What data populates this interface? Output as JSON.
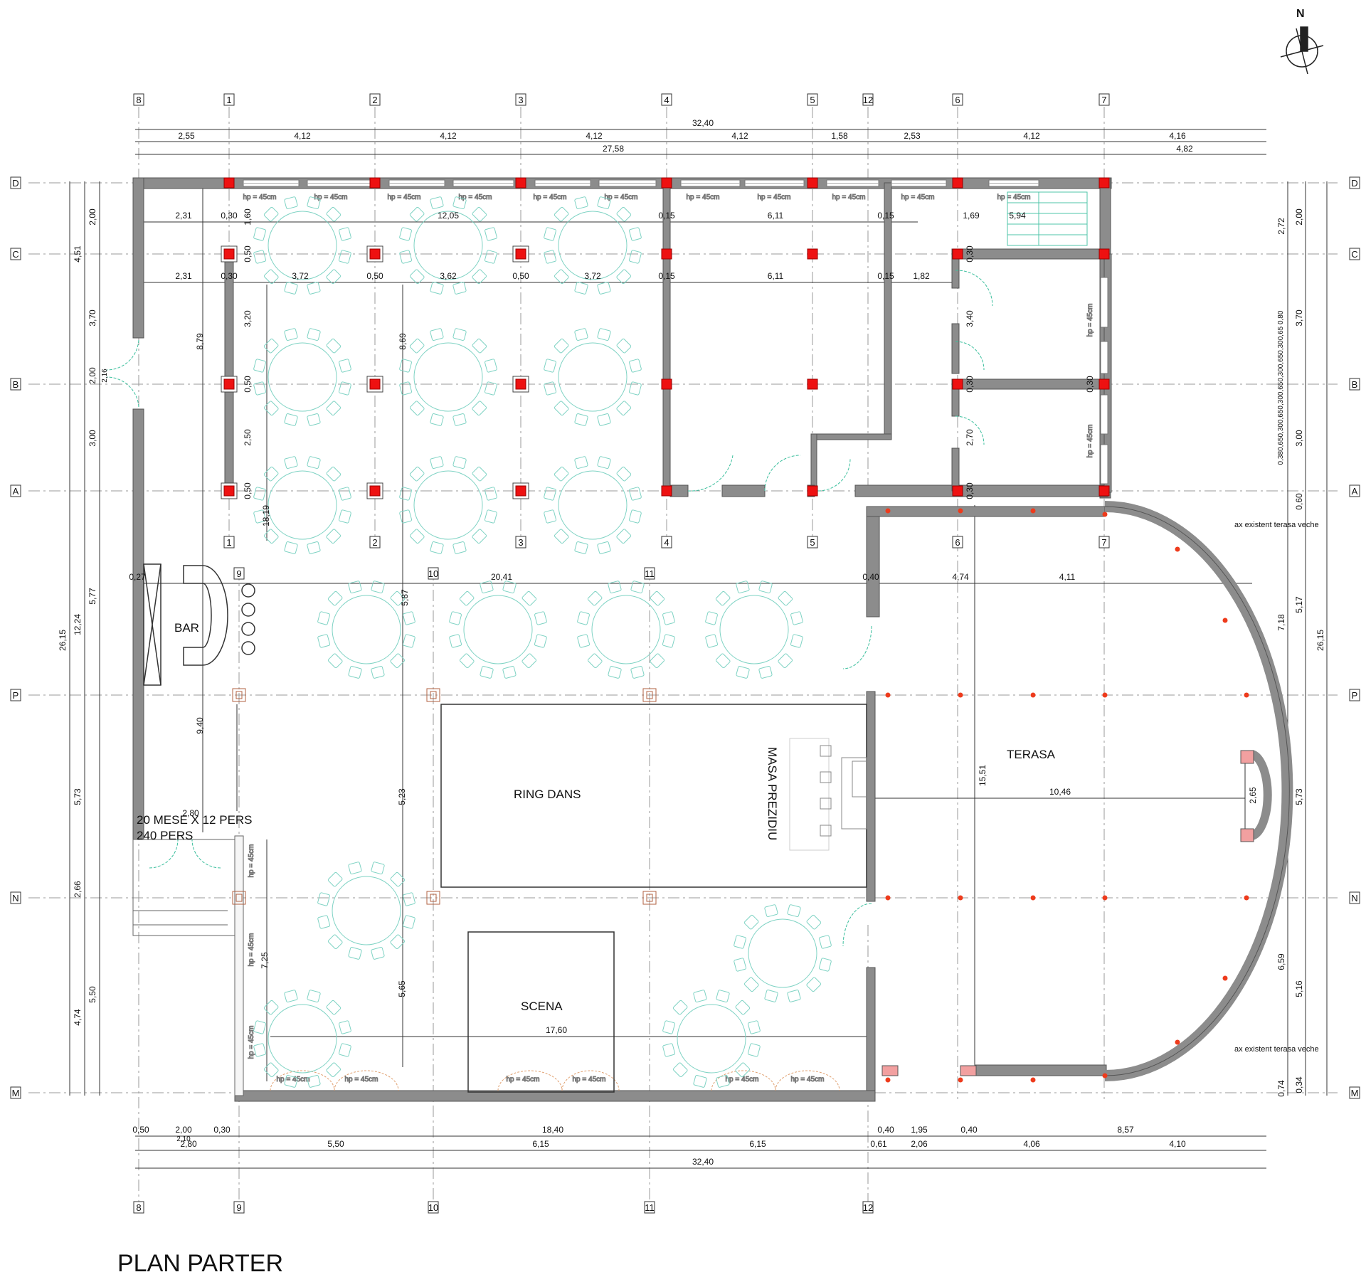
{
  "drawing": {
    "title": "PLAN PARTER",
    "north_label": "N",
    "capacity_line1": "20 MESE X 12 PERS",
    "capacity_line2": "240 PERS"
  },
  "rooms": {
    "bar": "BAR",
    "dance_ring": "RING DANS",
    "head_table": "MASA PREZIDIU",
    "stage": "SCENA",
    "terrace": "TERASA"
  },
  "annotations": {
    "terrace_axis_top": "ax existent terasa veche",
    "terrace_axis_bottom": "ax existent terasa veche",
    "sill_height": "hp = 45cm"
  },
  "grid_axes": {
    "top_columns": [
      "8",
      "1",
      "2",
      "3",
      "4",
      "5",
      "12",
      "6",
      "7"
    ],
    "mid_columns": [
      "1",
      "2",
      "3",
      "4",
      "5",
      "6",
      "7"
    ],
    "inner_columns": [
      "9",
      "10",
      "11"
    ],
    "bottom_columns": [
      "8",
      "9",
      "10",
      "11",
      "12"
    ],
    "rows": [
      "D",
      "C",
      "B",
      "A",
      "P",
      "N",
      "M"
    ]
  },
  "dimensions": {
    "top_total": "32,40",
    "top_chain": [
      "2,55",
      "4,12",
      "4,12",
      "4,12",
      "4,12",
      "1,58",
      "2,53",
      "4,12",
      "4,16"
    ],
    "top_partial": [
      "27,58",
      "4,82"
    ],
    "inner_row1": [
      "2,31",
      "0,30",
      "12,05",
      "0,15",
      "6,11",
      "0,15",
      "1,69",
      "5,94"
    ],
    "inner_row2": [
      "2,31",
      "0,30",
      "3,72",
      "0,50",
      "3,62",
      "0,50",
      "3,72",
      "0,15",
      "6,11",
      "0,15",
      "1,82"
    ],
    "hall_span": [
      "0,27",
      "20,41",
      "0,40",
      "4,74",
      "4,11"
    ],
    "left_outer": [
      "26,15"
    ],
    "left_mid": [
      "4,51",
      "12,24",
      "5,73",
      "2,66",
      "4,74"
    ],
    "left_inner": [
      "2,00",
      "3,70",
      "2,00",
      "3,00",
      "5,77",
      "5,50"
    ],
    "left_door": "2,16",
    "vertical_misc": [
      "8,79",
      "8,69",
      "18,19",
      "5,87",
      "9,40",
      "5,23",
      "7,25",
      "5,65",
      "2,80"
    ],
    "col_spacing": [
      "1,60",
      "0,50",
      "3,20",
      "0,50",
      "2,50",
      "0,50"
    ],
    "right_rooms": [
      "0,30",
      "3,40",
      "0,30",
      "2,70",
      "0,30"
    ],
    "right_outer": [
      "26,15"
    ],
    "right_mid": [
      "2,00",
      "3,70",
      "3,00",
      "0,60",
      "5,17",
      "5,73",
      "5,16",
      "0,34"
    ],
    "right_inner": [
      "2,72",
      "7,18",
      "6,59",
      "0,74"
    ],
    "right_small": "0,380,650,300,650,300,650,300,650,300,65 0,80",
    "terrace_inner": [
      "15,51",
      "10,46",
      "2,65"
    ],
    "stage_span": "17,60",
    "bottom_chain1": [
      "0,50",
      "2,00",
      "0,30",
      "18,40",
      "0,40",
      "1,95",
      "0,40",
      "8,57"
    ],
    "bottom_sub": "2,10",
    "bottom_chain2": [
      "2,80",
      "5,50",
      "6,15",
      "6,15",
      "0,61",
      "2,06",
      "4,06",
      "4,10"
    ],
    "bottom_total": "32,40"
  },
  "colors": {
    "wall": "#8c8c8c",
    "column": "#ee1111",
    "furniture": "#7fd3c4",
    "dim_line": "#333333",
    "terrace_post": "#ee3b1c"
  }
}
